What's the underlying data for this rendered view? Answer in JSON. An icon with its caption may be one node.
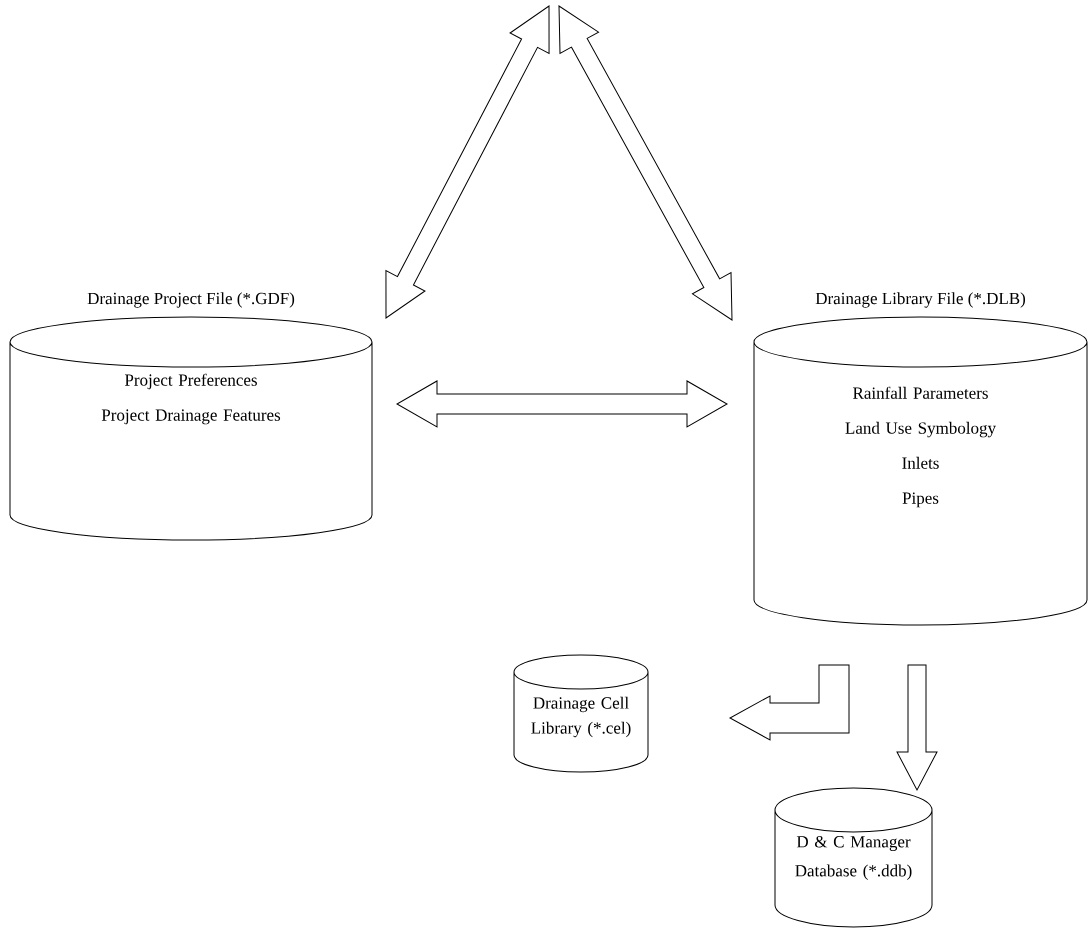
{
  "diagram": {
    "nodes": [
      {
        "text": [
          "Drainage Project File (*.GDF)",
          "Project Preferences",
          "Project Drainage Features"
        ]
      },
      {
        "text": [
          "Drainage Library File (*.DLB)",
          "Rainfall Parameters",
          "Land Use Symbology",
          "Inlets",
          "Pipes"
        ]
      },
      {
        "text": [
          "Drainage Cell Library (*.cel)"
        ]
      },
      {
        "text": [
          "D & C Manager Database (*.ddb)"
        ]
      }
    ],
    "edges": [
      {
        "from": null,
        "to": 0,
        "arrow": "both"
      },
      {
        "from": null,
        "to": 1,
        "arrow": "both"
      },
      {
        "from": 0,
        "to": 1,
        "arrow": "both"
      },
      {
        "from": 1,
        "to": 2,
        "arrow": "to"
      },
      {
        "from": 1,
        "to": 3,
        "arrow": "to"
      }
    ]
  }
}
